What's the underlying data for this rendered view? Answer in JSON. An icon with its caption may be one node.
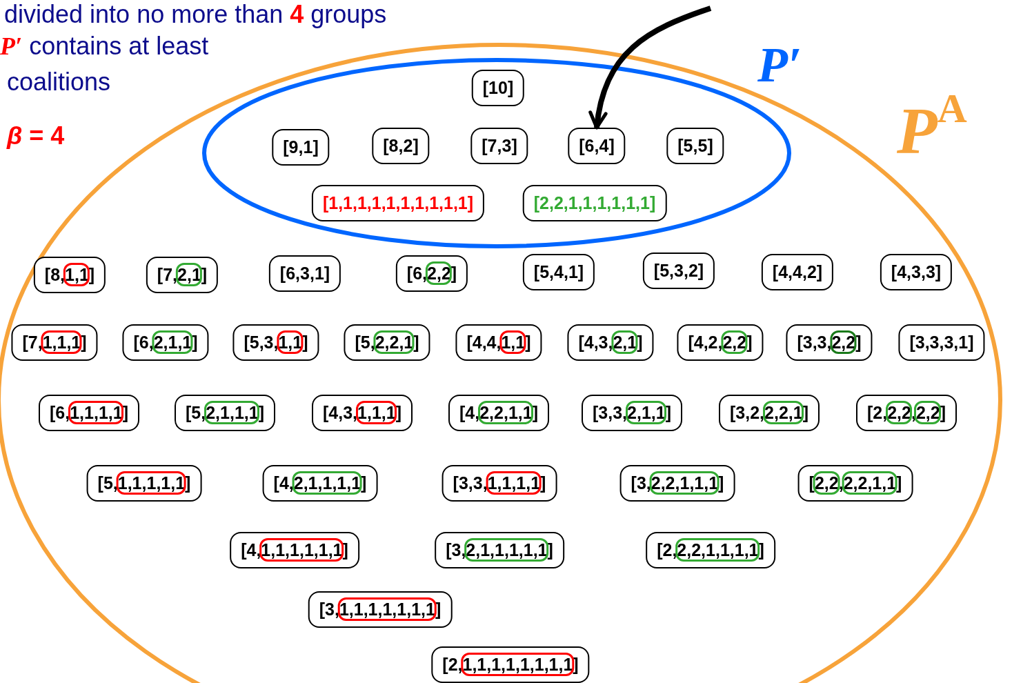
{
  "diagram": {
    "nodes": [
      {
        "text": [
          "P$^{A}$"
        ]
      },
      {
        "text": [
          "P′"
        ],
        "in": 0
      },
      {
        "text": [
          "[10]"
        ],
        "in": 1
      },
      {
        "text": [
          "[9,1]"
        ],
        "in": 1
      },
      {
        "text": [
          "[8,2]"
        ],
        "in": 1
      },
      {
        "text": [
          "[7,3]"
        ],
        "in": 1
      },
      {
        "text": [
          "[6,4]"
        ],
        "in": 1
      },
      {
        "text": [
          "[5,5]"
        ],
        "in": 1
      },
      {
        "text": [
          "[1,1,1,1,1,1,1,1,1,1]"
        ],
        "in": 1
      },
      {
        "text": [
          "[2,2,1,1,1,1,1,1]"
        ],
        "in": 1
      },
      {
        "text": [
          "[8,1,1]"
        ],
        "in": 0
      },
      {
        "text": [
          "[7,2,1]"
        ],
        "in": 0
      },
      {
        "text": [
          "[6,3,1]"
        ],
        "in": 0
      },
      {
        "text": [
          "[6,2,2]"
        ],
        "in": 0
      },
      {
        "text": [
          "[5,4,1]"
        ],
        "in": 0
      },
      {
        "text": [
          "[5,3,2]"
        ],
        "in": 0
      },
      {
        "text": [
          "[4,4,2]"
        ],
        "in": 0
      },
      {
        "text": [
          "[4,3,3]"
        ],
        "in": 0
      },
      {
        "text": [
          "[7,1,1,1]"
        ],
        "in": 0
      },
      {
        "text": [
          "[6,2,1,1]"
        ],
        "in": 0
      },
      {
        "text": [
          "[5,3,1,1]"
        ],
        "in": 0
      },
      {
        "text": [
          "[5,2,2,1]"
        ],
        "in": 0
      },
      {
        "text": [
          "[4,4,1,1]"
        ],
        "in": 0
      },
      {
        "text": [
          "[4,3,2,1]"
        ],
        "in": 0
      },
      {
        "text": [
          "[4,2,2,2]"
        ],
        "in": 0
      },
      {
        "text": [
          "[3,3,2,2]"
        ],
        "in": 0
      },
      {
        "text": [
          "[3,3,3,1]"
        ],
        "in": 0
      },
      {
        "text": [
          "[6,1,1,1,1]"
        ],
        "in": 0
      },
      {
        "text": [
          "[5,2,1,1,1]"
        ],
        "in": 0
      },
      {
        "text": [
          "[4,3,1,1,1]"
        ],
        "in": 0
      },
      {
        "text": [
          "[4,2,2,1,1]"
        ],
        "in": 0
      },
      {
        "text": [
          "[3,3,2,1,1]"
        ],
        "in": 0
      },
      {
        "text": [
          "[3,2,2,2,1]"
        ],
        "in": 0
      },
      {
        "text": [
          "[2,2,2,2,2]"
        ],
        "in": 0
      },
      {
        "text": [
          "[5,1,1,1,1,1]"
        ],
        "in": 0
      },
      {
        "text": [
          "[4,2,1,1,1,1]"
        ],
        "in": 0
      },
      {
        "text": [
          "[3,3,1,1,1,1]"
        ],
        "in": 0
      },
      {
        "text": [
          "[3,2,2,1,1,1]"
        ],
        "in": 0
      },
      {
        "text": [
          "[2,2,2,2,1,1]"
        ],
        "in": 0
      },
      {
        "text": [
          "[4,1,1,1,1,1,1]"
        ],
        "in": 0
      },
      {
        "text": [
          "[3,2,1,1,1,1,1]"
        ],
        "in": 0
      },
      {
        "text": [
          "[2,2,2,1,1,1,1]"
        ],
        "in": 0
      },
      {
        "text": [
          "[3,1,1,1,1,1,1,1]"
        ],
        "in": 0
      },
      {
        "text": [
          "[2,1,1,1,1,1,1,1,1]"
        ],
        "in": 0
      }
    ],
    "edges": [
      {
        "from": null,
        "to": 6,
        "arrow": "to"
      }
    ],
    "labels": [
      "divided into no more than",
      "4",
      "groups",
      "P′",
      "contains at least",
      "coalitions",
      "*β* = 4"
    ]
  }
}
